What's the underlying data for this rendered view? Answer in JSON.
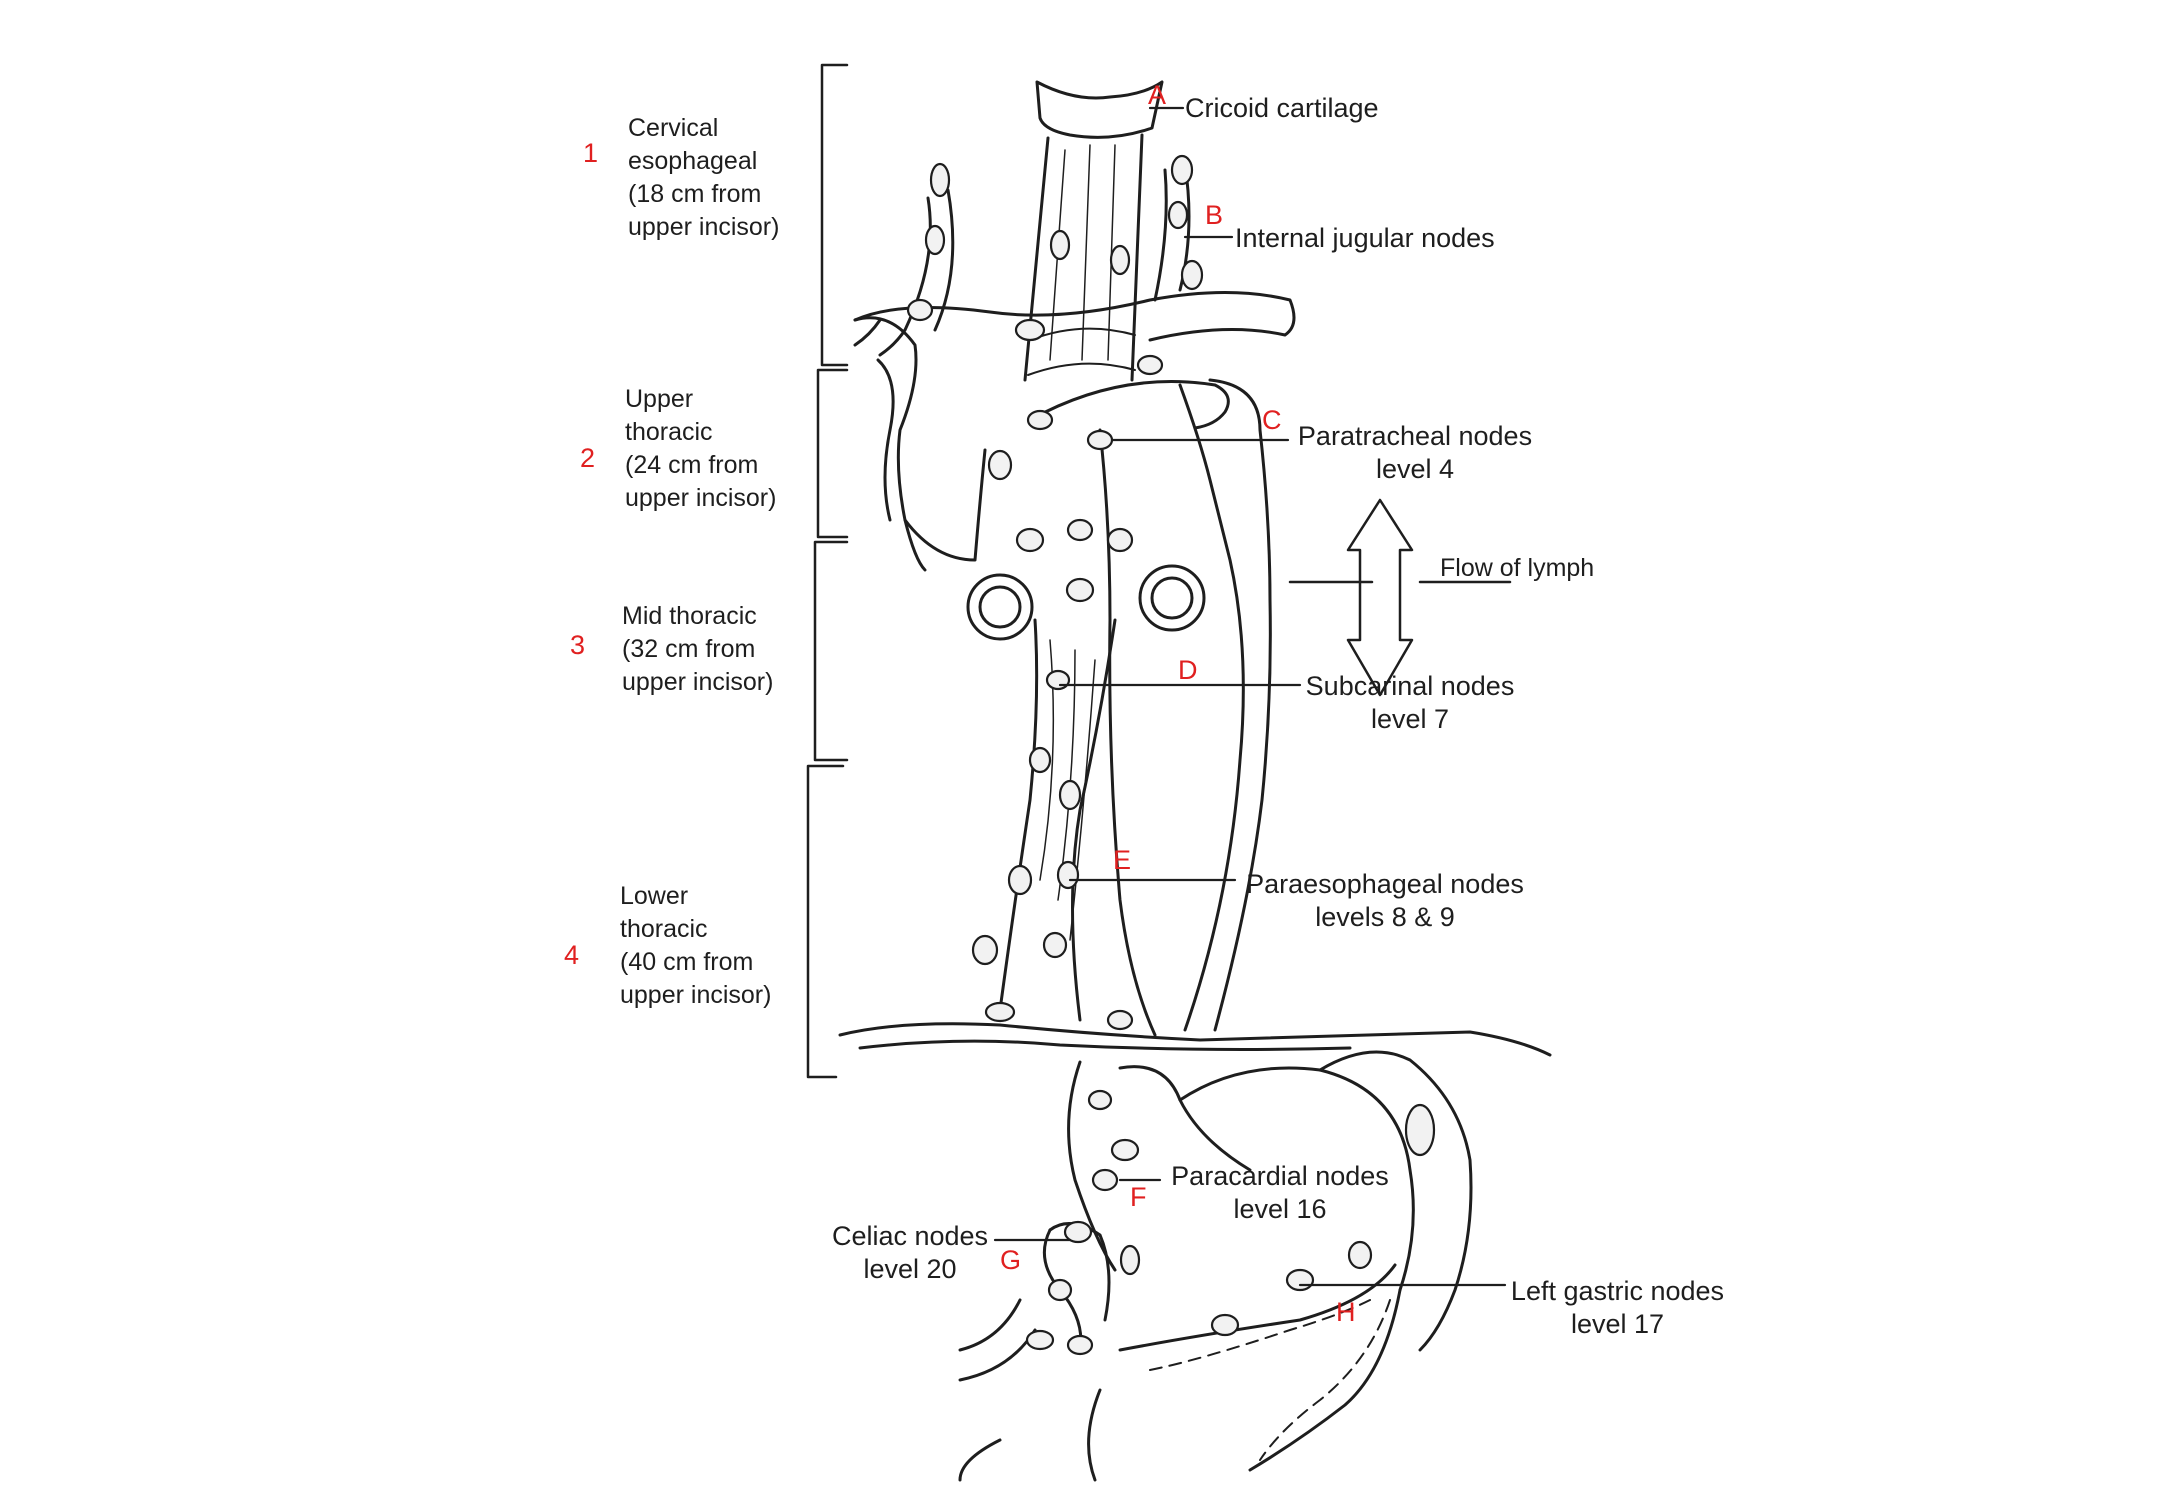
{
  "segments": [
    {
      "number": "1",
      "lines": [
        "Cervical",
        "esophageal",
        "(18 cm from",
        "upper incisor)"
      ]
    },
    {
      "number": "2",
      "lines": [
        "Upper",
        "thoracic",
        "(24 cm from",
        "upper incisor)"
      ]
    },
    {
      "number": "3",
      "lines": [
        "Mid thoracic",
        "(32 cm from",
        "upper incisor)"
      ]
    },
    {
      "number": "4",
      "lines": [
        "Lower",
        "thoracic",
        "(40 cm from",
        "upper incisor)"
      ]
    }
  ],
  "labels": {
    "A": {
      "letter": "A",
      "lines": [
        "Cricoid cartilage"
      ]
    },
    "B": {
      "letter": "B",
      "lines": [
        "Internal jugular nodes"
      ]
    },
    "C": {
      "letter": "C",
      "lines": [
        "Paratracheal nodes",
        "level 4"
      ]
    },
    "D": {
      "letter": "D",
      "lines": [
        "Subcarinal nodes",
        "level 7"
      ]
    },
    "E": {
      "letter": "E",
      "lines": [
        "Paraesophageal nodes",
        "levels 8 & 9"
      ]
    },
    "F": {
      "letter": "F",
      "lines": [
        "Paracardial nodes",
        "level 16"
      ]
    },
    "G": {
      "letter": "G",
      "lines": [
        "Celiac nodes",
        "level 20"
      ]
    },
    "H": {
      "letter": "H",
      "lines": [
        "Left gastric nodes",
        "level 17"
      ]
    }
  },
  "flow": {
    "label": "Flow of lymph"
  },
  "colors": {
    "marker": "#e02020",
    "ink": "#1e1e1e"
  }
}
